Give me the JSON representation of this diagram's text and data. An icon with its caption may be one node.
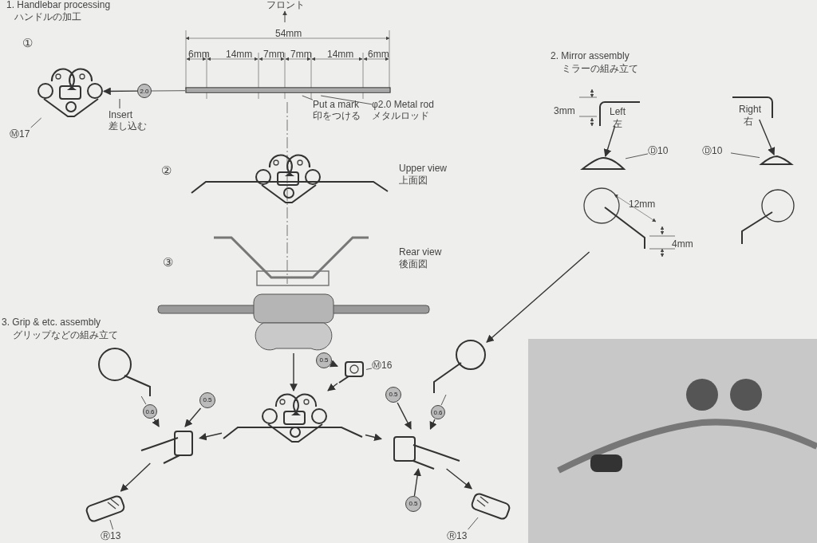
{
  "diagram": {
    "nodes": [
      {
        "text": [
          "Ⓜ17"
        ]
      },
      {
        "text": [],
        "shape": "picture"
      },
      {
        "text": [],
        "shape": "picture"
      },
      {
        "text": [
          "Put a mark",
          "印をつける"
        ]
      },
      {
        "text": [
          "φ2.0 Metal rod",
          "メタルロッド"
        ]
      },
      {
        "text": [],
        "shape": "picture"
      },
      {
        "text": [],
        "shape": "picture"
      },
      {
        "text": [
          "Ⓓ10"
        ]
      },
      {
        "text": [],
        "shape": "picture"
      },
      {
        "text": [],
        "shape": "picture"
      },
      {
        "text": [
          "Ⓓ10"
        ]
      },
      {
        "text": [],
        "shape": "picture"
      },
      {
        "text": [],
        "shape": "picture"
      },
      {
        "text": [],
        "shape": "picture"
      },
      {
        "text": [
          "0.5"
        ]
      },
      {
        "text": [],
        "shape": "picture"
      },
      {
        "text": [
          "Ⓜ16"
        ]
      },
      {
        "text": [],
        "shape": "picture"
      },
      {
        "text": [
          "0.5"
        ]
      },
      {
        "text": [],
        "shape": "picture"
      },
      {
        "text": [],
        "shape": "picture"
      },
      {
        "text": [
          "Ⓡ13"
        ]
      },
      {
        "text": [],
        "shape": "picture"
      },
      {
        "text": [
          "0.5"
        ]
      },
      {
        "text": [],
        "shape": "picture"
      },
      {
        "text": [
          "0.5"
        ]
      },
      {
        "text": [],
        "shape": "picture"
      },
      {
        "text": [
          "Ⓡ13"
        ]
      },
      {
        "text": [
          "2.0"
        ]
      },
      {
        "text": [
          "0.6"
        ]
      },
      {
        "text": [
          "0.6"
        ]
      }
    ],
    "edges": [
      {
        "from": 0,
        "to": 1,
        "arrow": "none"
      },
      {
        "from": 2,
        "to": 28,
        "arrow": "none"
      },
      {
        "from": 28,
        "to": 1,
        "arrow": "to"
      },
      {
        "from": 3,
        "to": 2,
        "arrow": "none"
      },
      {
        "from": 4,
        "to": 2,
        "arrow": "none"
      },
      {
        "from": 5,
        "to": 6,
        "arrow": "to"
      },
      {
        "from": 7,
        "to": 6,
        "arrow": "none"
      },
      {
        "from": 8,
        "to": 9,
        "arrow": "to"
      },
      {
        "from": 10,
        "to": 9,
        "arrow": "none"
      },
      {
        "from": 11,
        "to": 22,
        "arrow": "to"
      },
      {
        "from": 12,
        "to": 13,
        "arrow": "to"
      },
      {
        "from": 14,
        "to": 15,
        "arrow": "to"
      },
      {
        "from": 16,
        "to": 15,
        "arrow": "none"
      },
      {
        "from": 15,
        "to": 13,
        "arrow": "to"
      },
      {
        "from": 17,
        "to": 29,
        "arrow": "none"
      },
      {
        "from": 29,
        "to": 19,
        "arrow": "to"
      },
      {
        "from": 18,
        "to": 19,
        "arrow": "to"
      },
      {
        "from": 13,
        "to": 19,
        "arrow": "to"
      },
      {
        "from": 19,
        "to": 20,
        "arrow": "to"
      },
      {
        "from": 21,
        "to": 20,
        "arrow": "none"
      },
      {
        "from": 22,
        "to": 30,
        "arrow": "none"
      },
      {
        "from": 30,
        "to": 24,
        "arrow": "to"
      },
      {
        "from": 23,
        "to": 24,
        "arrow": "to"
      },
      {
        "from": 25,
        "to": 24,
        "arrow": "to"
      },
      {
        "from": 13,
        "to": 24,
        "arrow": "to"
      },
      {
        "from": 24,
        "to": 26,
        "arrow": "to"
      },
      {
        "from": 27,
        "to": 26,
        "arrow": "none"
      }
    ],
    "labels": [
      "1. Handlebar processing",
      "ハンドルの加工",
      "フロント",
      "①",
      "54mm",
      "6mm",
      "14mm",
      "7mm",
      "7mm",
      "14mm",
      "6mm",
      "Insert",
      "差し込む",
      "②",
      "Upper view",
      "上面図",
      "③",
      "Rear view",
      "後面図",
      "2. Mirror assembly",
      "ミラーの組み立て",
      "3mm",
      "Left",
      "左",
      "Right",
      "右",
      "12mm",
      "4mm",
      "3. Grip & etc. assembly",
      "グリップなどの組み立て"
    ]
  }
}
